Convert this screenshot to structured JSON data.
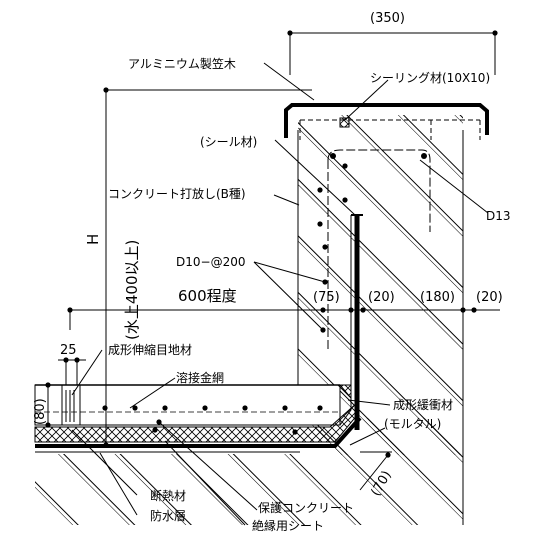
{
  "labels": {
    "coping": "アルミニウム製笠木",
    "sealing": "シーリング材(10X10)",
    "seal": "(シール材)",
    "concrete": "コンクリート打放し(B種)",
    "d13": "D13",
    "rebar": "D10−@200",
    "height": "H",
    "height_note": "(水上400以上)",
    "joint": "成形伸縮目地材",
    "mesh": "溶接金網",
    "buffer": "成形緩衝材",
    "mortar": "(モルタル)",
    "insulation": "断熱材",
    "waterproof": "防水層",
    "protect": "保護コンクリート",
    "sheet": "絶縁用シート"
  },
  "dims": {
    "d350": "(350)",
    "approx600": "600程度",
    "d75": "(75)",
    "d20a": "(20)",
    "d180": "(180)",
    "d20b": "(20)",
    "d25": "25",
    "d80": "(80)",
    "d70": "(70)"
  }
}
